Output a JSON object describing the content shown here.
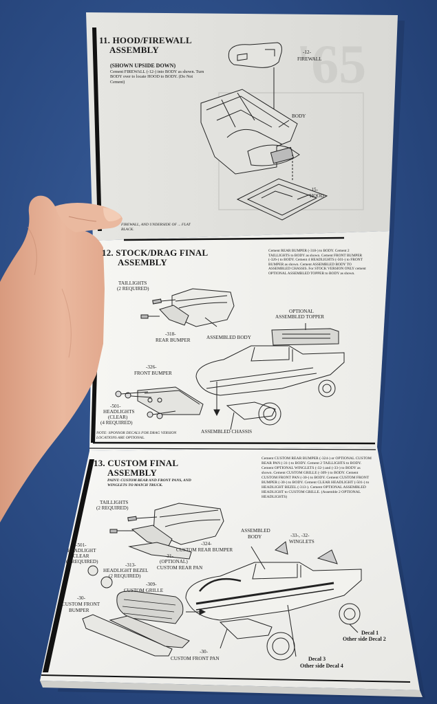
{
  "sections": [
    {
      "title_line1": "11. HOOD/FIREWALL",
      "title_line2": "ASSEMBLY",
      "subtitle": "(SHOWN UPSIDE DOWN)",
      "instructions": "Cement FIREWALL (-12-) into BODY as shown. Turn BODY over to locate HOOD to BODY. (Do Not Cement)",
      "footnote": "FIREWALL, AND UNDERSIDE OF ... FLAT BLACK.",
      "labels": {
        "firewall_num": "-12-",
        "firewall": "FIREWALL",
        "body": "BODY",
        "hood_num": "-15-",
        "hood": "HOOD"
      }
    },
    {
      "title_line1": "12. STOCK/DRAG FINAL",
      "title_line2": "ASSEMBLY",
      "instructions": "Cement REAR BUMPER (-318-) to BODY. Cement 2 TAILLIGHTS to BODY as shown. Cement FRONT BUMPER (-326-) to BODY. Cement 4 HEADLIGHTS (-501-) to FRONT BUMPER as shown. Cement ASSEMBLED BODY TO ASSEMBLED CHASSIS. For STOCK VERSION ONLY cement OPTIONAL ASSEMBLED TOPPER to BODY as shown.",
      "note": "NOTE: SPONSOR DECALS FOR DRAG VERSION LOCATIONS ARE OPTIONAL.",
      "labels": {
        "taillights": "TAILLIGHTS",
        "taillights_req": "(2 REQUIRED)",
        "rear_bumper_num": "-318-",
        "rear_bumper": "REAR BUMPER",
        "assembled_body": "ASSEMBLED BODY",
        "optional": "OPTIONAL",
        "assembled_topper": "ASSEMBLED TOPPER",
        "front_bumper_num": "-326-",
        "front_bumper": "FRONT BUMPER",
        "headlights_num": "-501-",
        "headlights": "HEADLIGHTS",
        "headlights_clear": "(CLEAR)",
        "headlights_req": "(4 REQUIRED)",
        "assembled_chassis": "ASSEMBLED CHASSIS"
      }
    },
    {
      "title_line1": "13. CUSTOM FINAL",
      "title_line2": "ASSEMBLY",
      "subtitle": "PAINT: CUSTOM REAR AND FRONT PANS, AND WINGLETS TO MATCH TRUCK.",
      "instructions": "Cement CUSTOM REAR BUMPER (-324-) or OPTIONAL CUSTOM REAR PAN (-31-) to BODY. Cement 2 TAILLIGHTS to BODY. Cement OPTIONAL WINGLETS (-32-) and (-33-) to BODY as shown. Cement CUSTOM GRILLE (-309-) to BODY. Cement CUSTOM FRONT PAN (-30-) to BODY. Cement CUSTOM FRONT BUMPER (-30-) to BODY. Cement CLEAR HEADLIGHT (-501-) to HEADLIGHT BEZEL (-313-). Cement OPTIONAL ASSEMBLED HEADLIGHT to CUSTOM GRILLE. (Assemble 2 OPTIONAL HEADLIGHTS)",
      "labels": {
        "taillights": "TAILLIGHTS",
        "taillights_req": "(2 REQUIRED)",
        "assembled": "ASSEMBLED",
        "body": "BODY",
        "winglets_num": "-33-, -32-",
        "winglets": "WINGLETS",
        "rear_bumper_num": "-324-",
        "rear_bumper": "CUSTOM REAR BUMPER",
        "headlight_num": "-501-",
        "headlight": "HEADLIGHT",
        "headlight_clear": "CLEAR",
        "headlight_req": "(2 REQUIRED)",
        "rear_pan_num": "-31-",
        "rear_pan_opt": "(OPTIONAL)",
        "rear_pan": "CUSTOM REAR PAN",
        "bezel_num": "-313-",
        "bezel": "HEADLIGHT BEZEL",
        "bezel_req": "(2 REQUIRED)",
        "grille_num": "-309-",
        "grille": "CUSTOM GRILLE",
        "front_bumper_num": "-30-",
        "front_bumper_1": "CUSTOM FRONT",
        "front_bumper_2": "BUMPER",
        "decal1": "Decal 1",
        "decal1_other": "Other side Decal 2",
        "decal3": "Decal 3",
        "decal3_other": "Other side Decal 4",
        "front_pan_num": "-30-",
        "front_pan": "CUSTOM FRONT PAN"
      }
    }
  ],
  "background_heading": "'65",
  "colors": {
    "background": "#2a4a82",
    "paper": "#f4f4f2",
    "paper_shadow": "#dcdcd8",
    "ink": "#1a1a1a",
    "skin": "#e8b49a"
  }
}
